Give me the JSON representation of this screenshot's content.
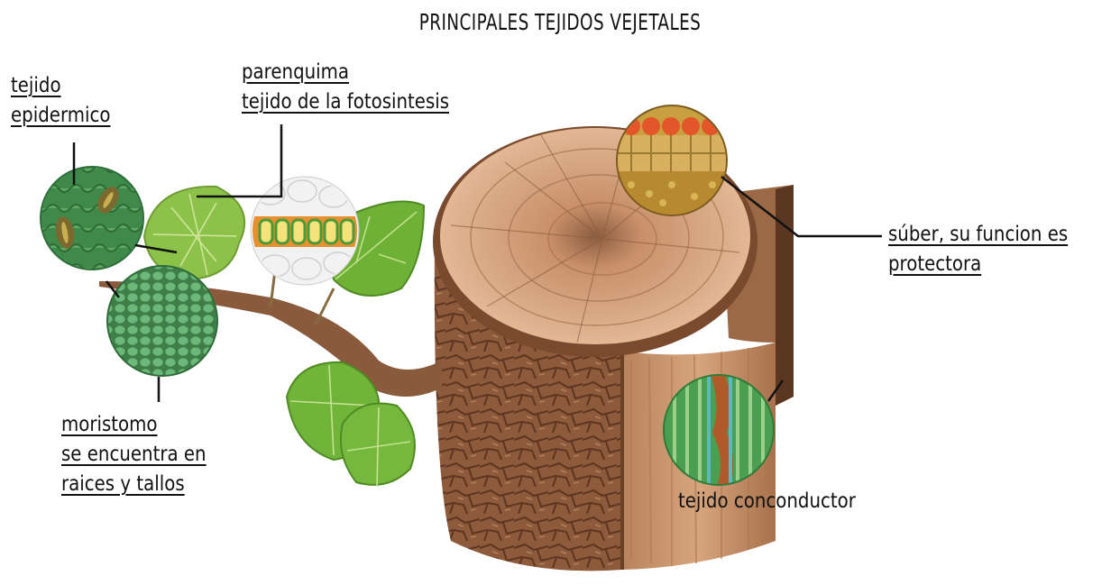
{
  "title": "PRINCIPALES TEJIDOS VEJETALES",
  "labels": {
    "epidermico": [
      "tejido ",
      "epidermico"
    ],
    "parenquima": [
      "parenquima ",
      "tejido de la fotosintesis"
    ],
    "suber": [
      "súber, su funcion es",
      "protectora"
    ],
    "meristemo": [
      "moristomo",
      "se encuentra en ",
      "raices y tallos"
    ],
    "conductor": [
      "tejido conconductor"
    ]
  },
  "colors": {
    "bark": "#8a5a3a",
    "wood_top": "#d9a983",
    "leaf": "#7bb33a",
    "cell_green": "#4f9a58",
    "cork": "#e06a3a"
  }
}
